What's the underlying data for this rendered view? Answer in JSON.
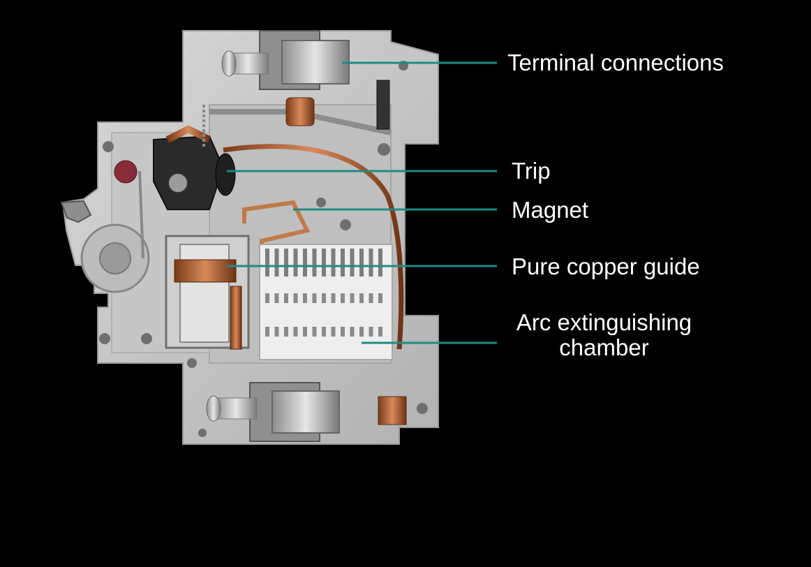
{
  "colors": {
    "background": "#000000",
    "leader_line": "#1f8a86",
    "label_text": "#ffffff",
    "housing": "#c9c9c9",
    "copper": "#c0703e",
    "steel": "#b5b5b5"
  },
  "labels": [
    {
      "id": "terminal",
      "text": "Terminal connections"
    },
    {
      "id": "trip",
      "text": "Trip"
    },
    {
      "id": "magnet",
      "text": "Magnet"
    },
    {
      "id": "copper",
      "text": "Pure copper guide"
    },
    {
      "id": "arc",
      "lines": [
        "Arc extinguishing",
        "chamber"
      ]
    }
  ]
}
